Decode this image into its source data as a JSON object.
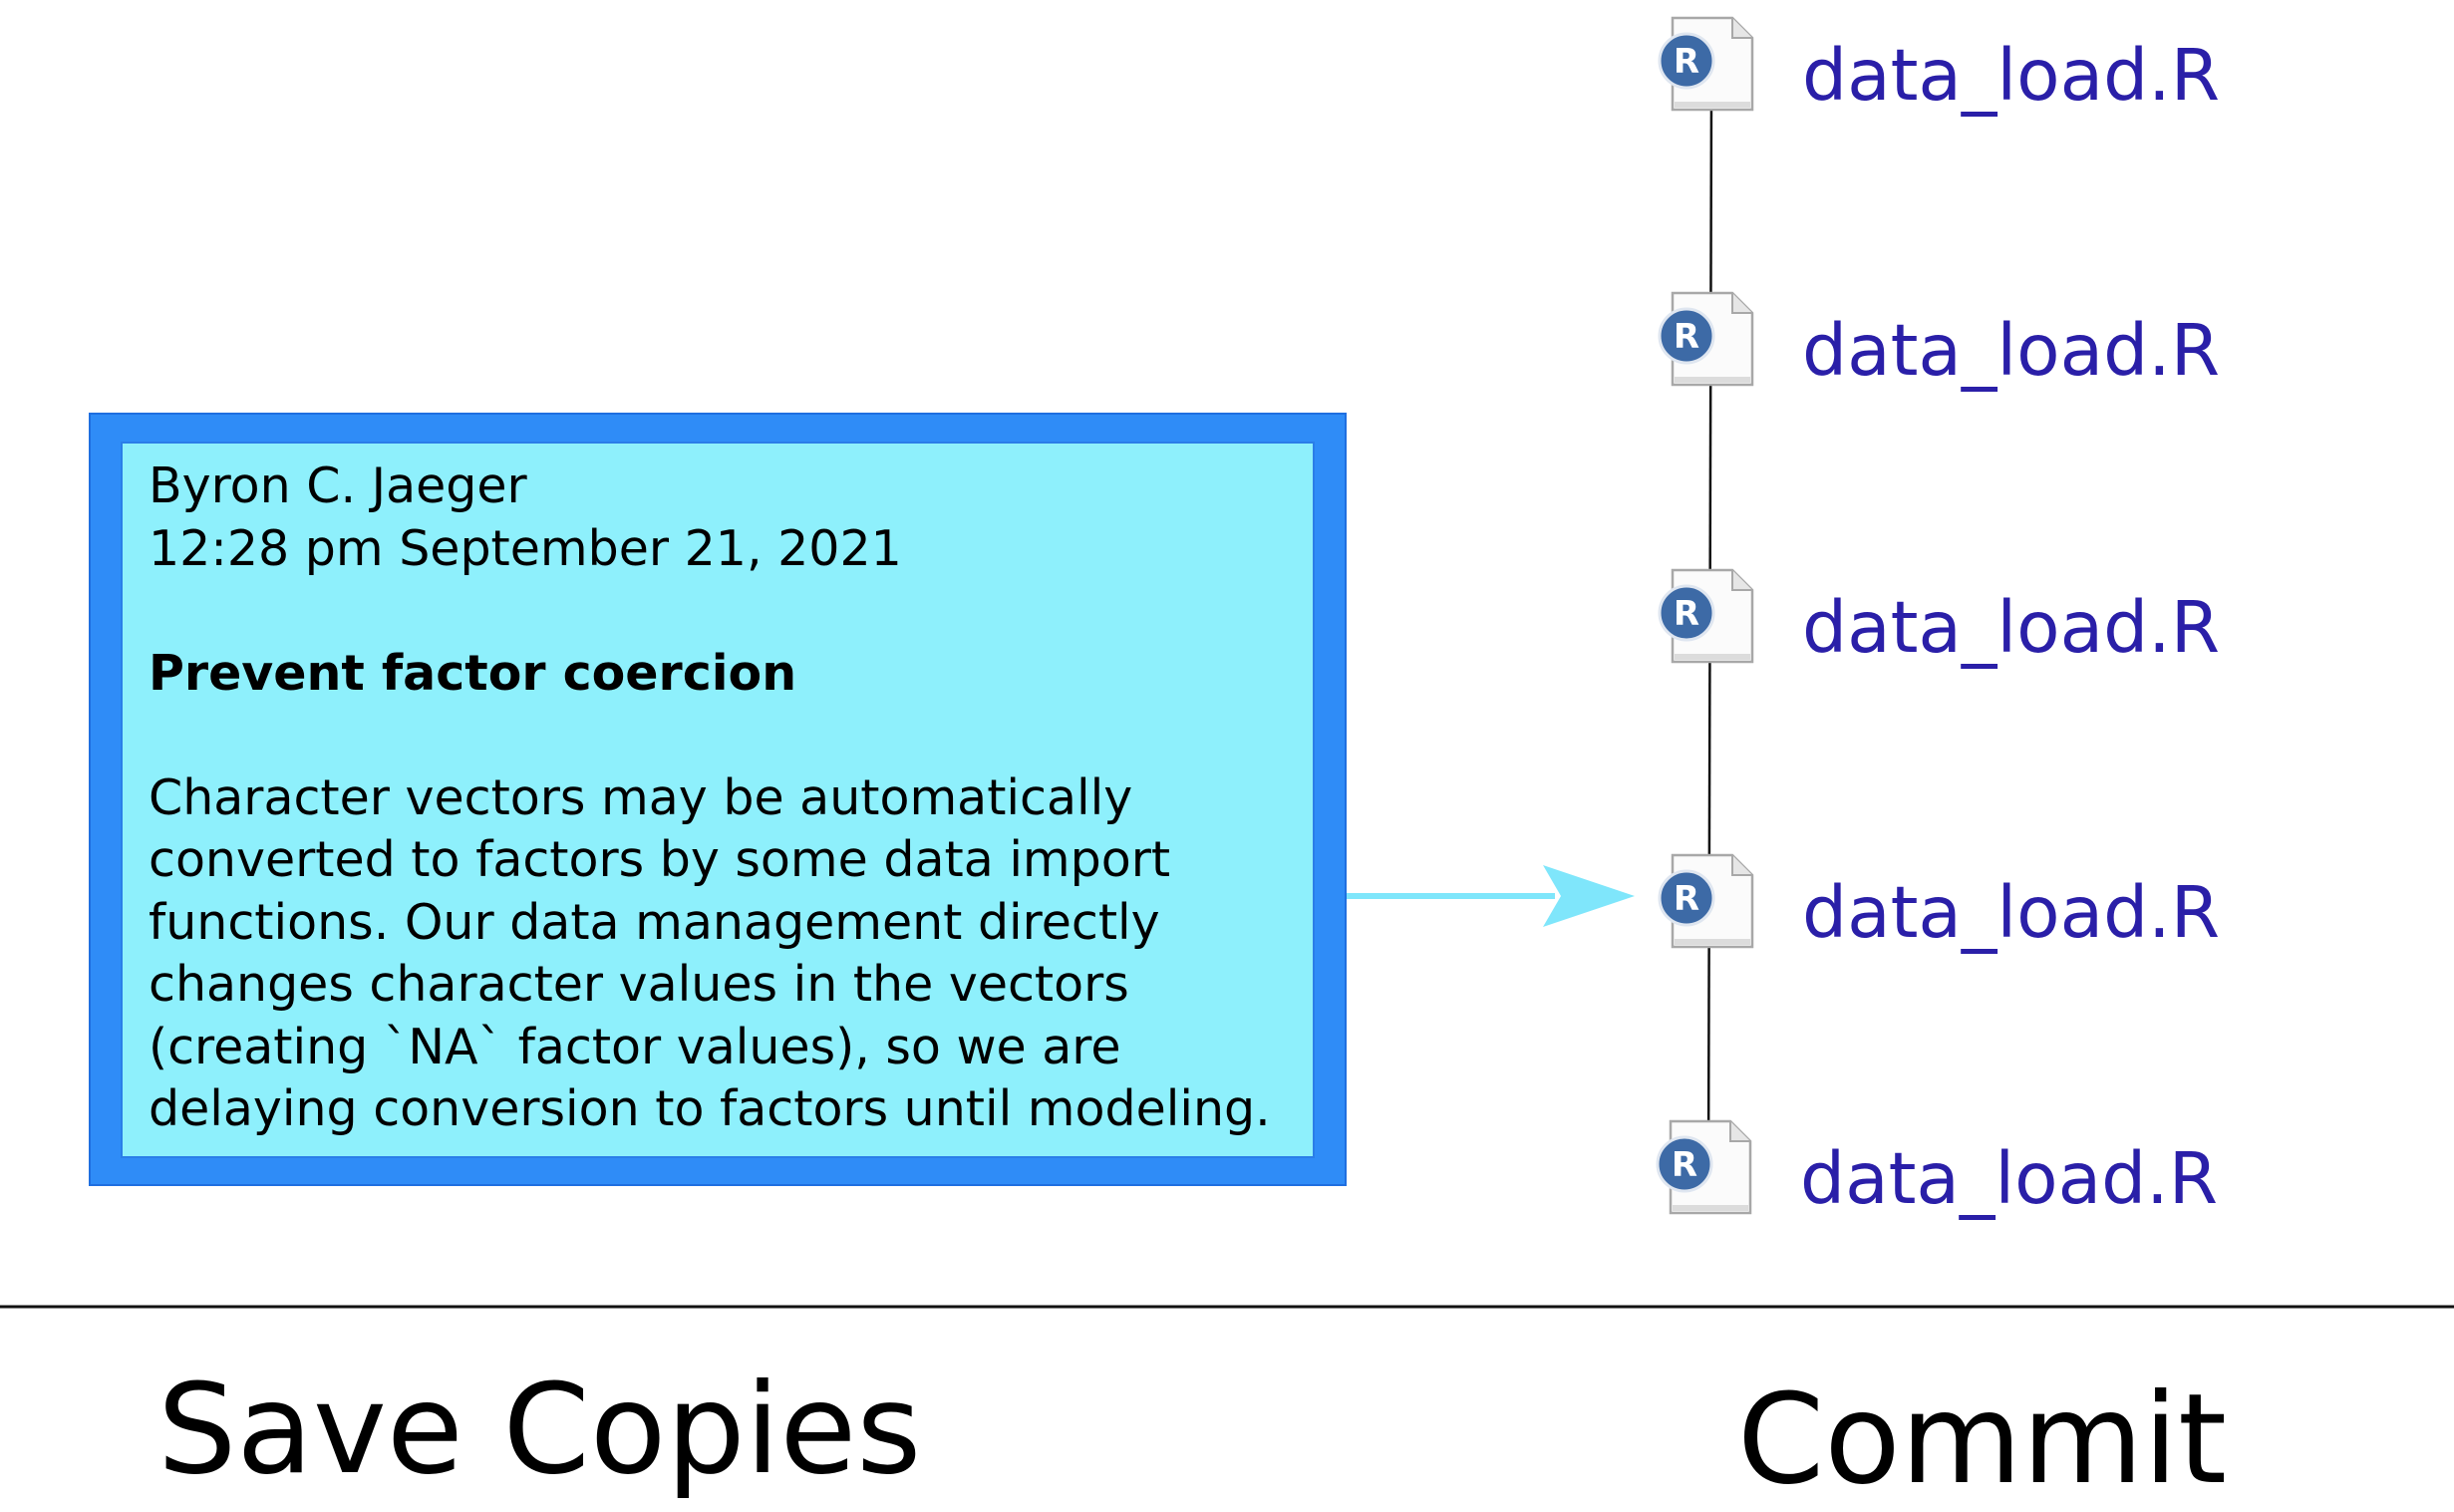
{
  "note": {
    "author": "Byron C. Jaeger",
    "timestamp": "12:28 pm September 21, 2021",
    "title": "Prevent factor coercion",
    "body_lines": [
      "Character vectors may be automatically",
      "converted to factors by some data import",
      "functions. Our data management directly",
      "changes character values in the vectors",
      "(creating `NA` factor values), so we are",
      "delaying conversion to factors until modeling."
    ]
  },
  "commits": [
    {
      "file": "data_load.R",
      "icon": "r-file-icon",
      "badge": "R"
    },
    {
      "file": "data_load.R",
      "icon": "r-file-icon",
      "badge": "R"
    },
    {
      "file": "data_load.R",
      "icon": "r-file-icon",
      "badge": "R"
    },
    {
      "file": "data_load.R",
      "icon": "r-file-icon",
      "badge": "R"
    },
    {
      "file": "data_load.R",
      "icon": "r-file-icon",
      "badge": "R"
    }
  ],
  "bottom": {
    "left_label": "Save Copies",
    "right_label": "Commit"
  },
  "colors": {
    "note_frame": "#2f8cf7",
    "note_fill": "#8ef0fc",
    "arrow": "#7fe6fb",
    "file_text": "#2a1fa8",
    "r_badge": "#3d6aa6"
  }
}
